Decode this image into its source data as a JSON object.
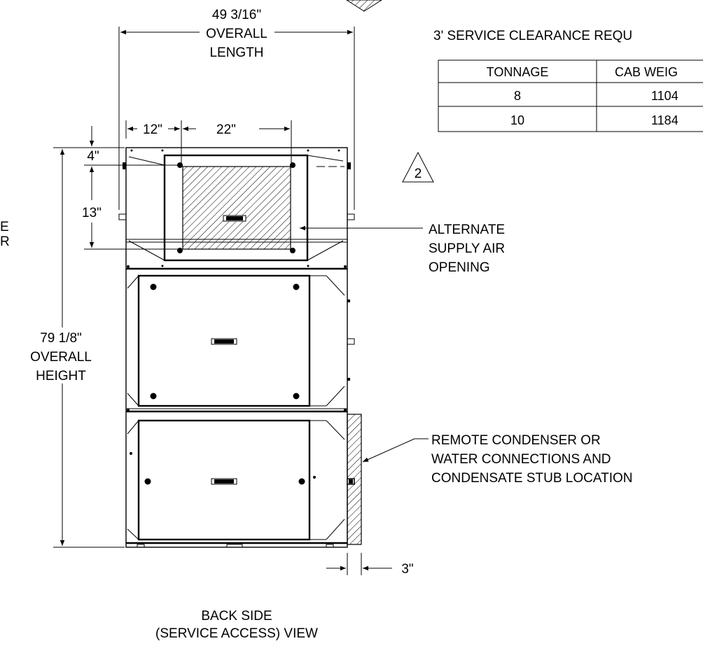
{
  "dimensions": {
    "length": {
      "value": "49 3/16\"",
      "line2": "OVERALL",
      "line3": "LENGTH"
    },
    "height": {
      "value": "79 1/8\"",
      "line2": "OVERALL",
      "line3": "HEIGHT"
    },
    "offset_12": "12\"",
    "offset_22": "22\"",
    "offset_4": "4\"",
    "offset_13": "13\"",
    "offset_3": "3\""
  },
  "clearance_note": "3' SERVICE CLEARANCE REQU",
  "revision_marker": "2",
  "left_edge_text": [
    "E",
    "R"
  ],
  "table": {
    "headers": [
      "TONNAGE",
      "CAB WEIG"
    ],
    "rows": [
      [
        "8",
        "1104"
      ],
      [
        "10",
        "1184"
      ]
    ]
  },
  "callouts": {
    "supply": [
      "ALTERNATE",
      "SUPPLY AIR",
      "OPENING"
    ],
    "condenser": [
      "REMOTE CONDENSER OR",
      "WATER CONNECTIONS AND",
      "CONDENSATE STUB LOCATION"
    ]
  },
  "view_title": [
    "BACK SIDE",
    "(SERVICE ACCESS) VIEW"
  ]
}
